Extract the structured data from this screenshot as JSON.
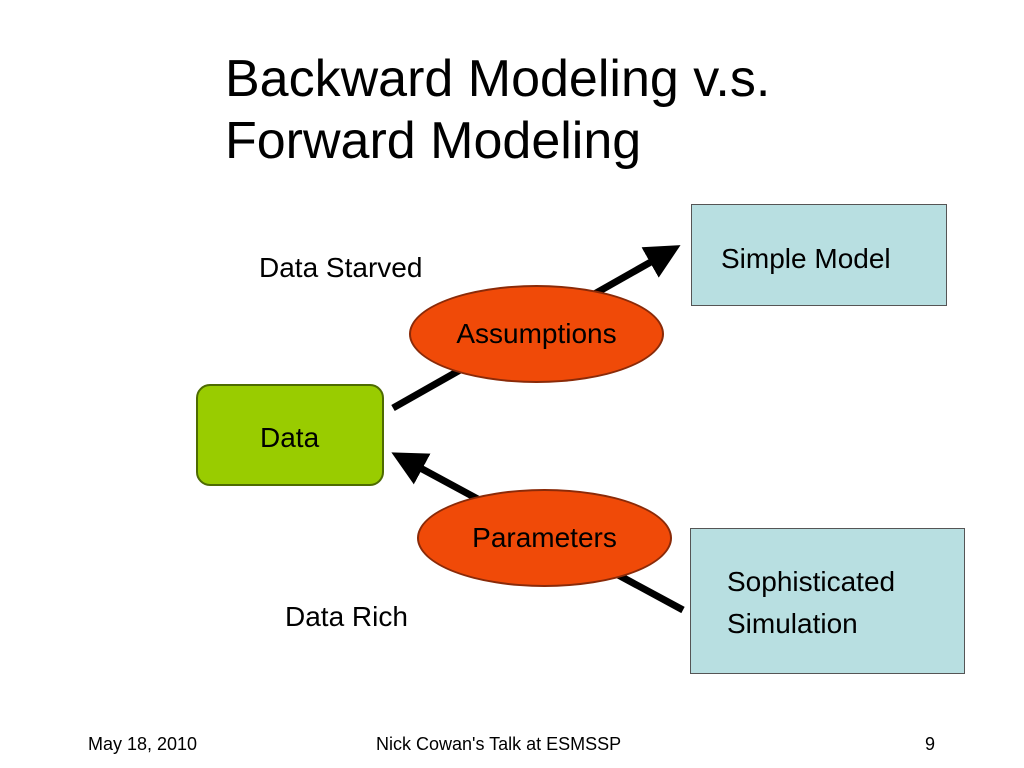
{
  "title": {
    "line1": "Backward Modeling v.s.",
    "line2": "Forward Modeling"
  },
  "diagram": {
    "data_starved": "Data Starved",
    "data_rich": "Data Rich",
    "data_node": "Data",
    "assumptions": "Assumptions",
    "parameters": "Parameters",
    "simple_model": "Simple Model",
    "sophisticated_line1": "Sophisticated",
    "sophisticated_line2": "Simulation"
  },
  "colors": {
    "data_node_fill": "#99cc00",
    "ellipse_fill": "#f04a08",
    "box_fill": "#b8dfe1",
    "arrow": "#000000"
  },
  "footer": {
    "date": "May 18, 2010",
    "talk": "Nick Cowan's Talk at ESMSSP",
    "page": "9"
  }
}
